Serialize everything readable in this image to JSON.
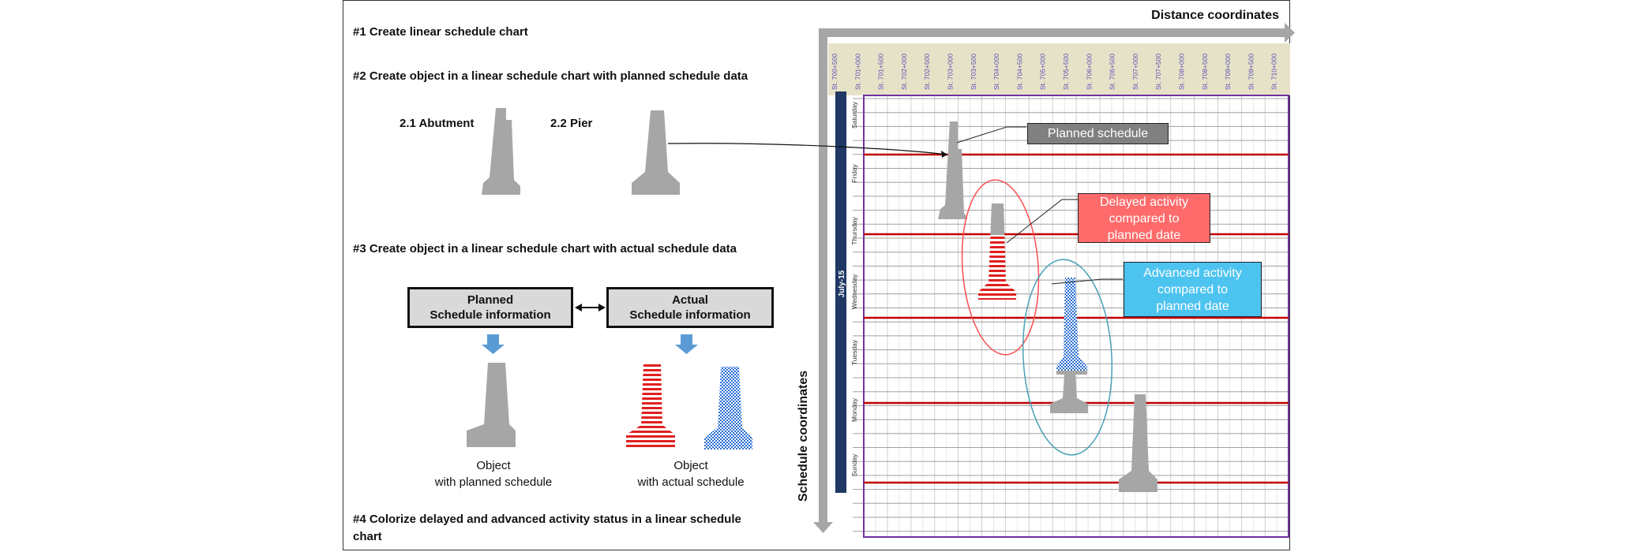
{
  "steps": {
    "s1": "#1 Create linear schedule chart",
    "s2": "#2 Create object in a linear schedule chart with planned schedule data",
    "s2_1": "2.1 Abutment",
    "s2_2": "2.2 Pier",
    "s3": "#3 Create object in a linear schedule chart with actual schedule data",
    "s4_line1": "#4 Colorize delayed and advanced activity status in a linear schedule",
    "s4_line2": "chart"
  },
  "boxes": {
    "planned_line1": "Planned",
    "planned_line2": "Schedule information",
    "actual_line1": "Actual",
    "actual_line2": "Schedule information"
  },
  "captions": {
    "planned_line1": "Object",
    "planned_line2": "with planned schedule",
    "actual_line1": "Object",
    "actual_line2": "with actual schedule"
  },
  "chart": {
    "x_axis_title": "Distance coordinates",
    "y_axis_title": "Schedule coordinates",
    "month_label": "July-15",
    "station_labels": [
      "St. 700+500",
      "St. 701+000",
      "St. 701+500",
      "St. 702+000",
      "St. 702+500",
      "St. 703+000",
      "St. 703+500",
      "St. 704+000",
      "St. 704+500",
      "St. 705+000",
      "St. 705+500",
      "St. 706+000",
      "St. 706+500",
      "St. 707+000",
      "St. 707+500",
      "St. 708+000",
      "St. 708+500",
      "St. 709+000",
      "St. 709+500",
      "St. 710+000"
    ],
    "days": [
      "Saturday",
      "Friday",
      "Thursday",
      "Wednesday",
      "Tuesday",
      "Monday",
      "Sunday"
    ],
    "callouts": {
      "planned": "Planned schedule",
      "delayed_line1": "Delayed activity",
      "delayed_line2": "compared to",
      "delayed_line3": "planned date",
      "advanced_line1": "Advanced activity",
      "advanced_line2": "compared to",
      "advanced_line3": "planned date"
    }
  },
  "colors": {
    "planned_gray": "#a6a6a6",
    "delayed_red": "#e02020",
    "advanced_blue": "#2a6fd6",
    "callout_gray": "#808080",
    "callout_red": "#ff6b6b",
    "callout_blue": "#4dc3f0",
    "box_gray": "#d9d9d9",
    "arrow_blue": "#5b9bd5",
    "navy": "#1f3864",
    "header_bg": "#e6e2c8"
  },
  "icons": {
    "down_arrow": "down-arrow-icon",
    "double_arrow": "double-headed-arrow-icon"
  }
}
